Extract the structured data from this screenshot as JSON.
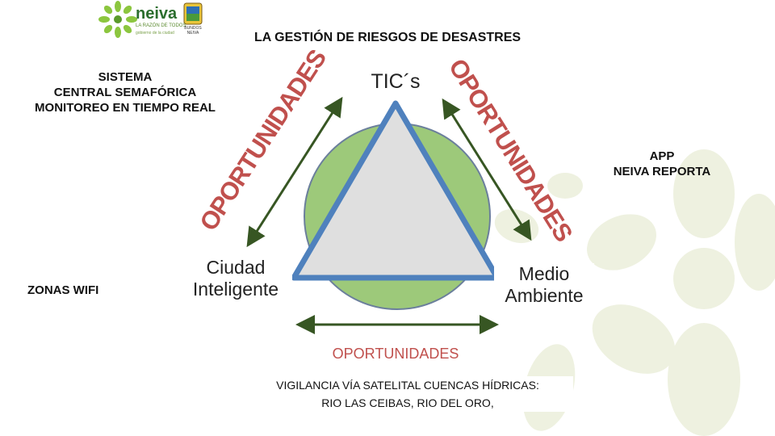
{
  "header": {
    "logo_word": "neiva",
    "logo_tagline": "LA RAZÓN DE TODOS",
    "logo_subtitle": "gobierno de la ciudad",
    "seal_caption": "BUNDOS NEIVA",
    "title": "LA GESTIÓN DE RIESGOS DE DESASTRES"
  },
  "left_panel": {
    "sistema": [
      "SISTEMA",
      "CENTRAL SEMAFÓRICA",
      "MONITOREO EN TIEMPO REAL"
    ],
    "zonas_wifi": "ZONAS WIFI"
  },
  "right_panel": {
    "app": [
      "APP",
      "NEIVA REPORTA"
    ]
  },
  "diagram": {
    "top_vertex": "TIC´s",
    "left_vertex": [
      "Ciudad",
      "Inteligente"
    ],
    "right_vertex": [
      "Medio",
      "Ambiente"
    ],
    "left_edge_label": "OPORTUNIDADES",
    "right_edge_label": "OPORTUNIDADES",
    "bottom_edge_label": "OPORTUNIDADES",
    "colors": {
      "circle_fill": "#9dc97a",
      "circle_stroke": "#6b7f9c",
      "triangle_fill": "#dfdfdf",
      "triangle_stroke": "#4f81bd",
      "arrow": "#375623",
      "edge_label": "#c0504d"
    }
  },
  "footer": {
    "lines": [
      "VIGILANCIA VÍA SATELITAL CUENCAS HÍDRICAS:",
      "RIO LAS CEIBAS, RIO DEL ORO,"
    ]
  },
  "icons": [
    "leaf-logo-icon",
    "city-seal-icon",
    "watermark-flower-icon"
  ]
}
